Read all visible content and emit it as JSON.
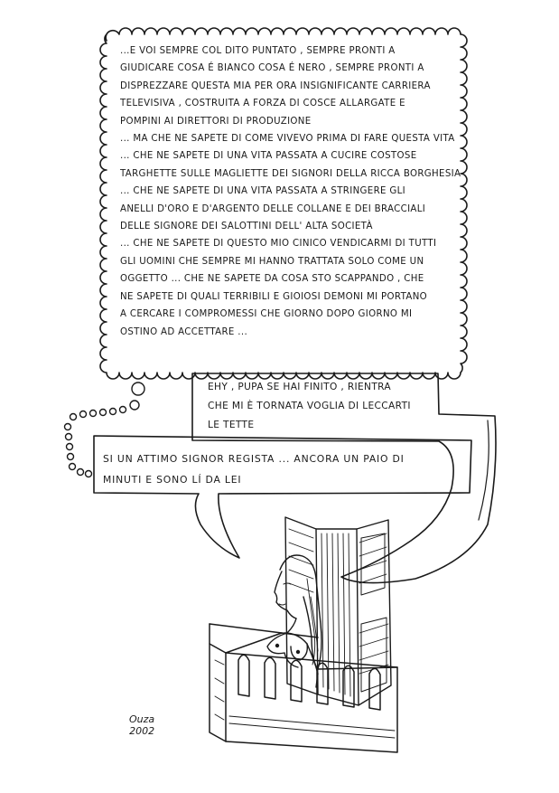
{
  "thought_bubble": {
    "lines": [
      "...E VOI SEMPRE COL DITO PUNTATO , SEMPRE PRONTI A",
      "GIUDICARE COSA É BIANCO COSA É NERO , SEMPRE PRONTI A",
      "DISPREZZARE QUESTA MIA PER ORA INSIGNIFICANTE CARRIERA",
      "TELEVISIVA , COSTRUITA A FORZA DI COSCE ALLARGATE E",
      "POMPINI AI DIRETTORI DI PRODUZIONE",
      "... MA CHE NE SAPETE DI COME VIVEVO PRIMA DI FARE QUESTA VITA",
      "... CHE NE SAPETE DI UNA VITA PASSATA A CUCIRE COSTOSE",
      "TARGHETTE SULLE MAGLIETTE DEI SIGNORI DELLA RICCA BORGHESIA",
      "... CHE NE SAPETE DI UNA VITA PASSATA A STRINGERE GLI",
      "ANELLI D'ORO E D'ARGENTO DELLE COLLANE E DEI BRACCIALI",
      "DELLE SIGNORE DEI SALOTTINI DELL' ALTA SOCIETÀ",
      "... CHE NE SAPETE DI QUESTO MIO CINICO VENDICARMI DI TUTTI",
      "GLI UOMINI CHE SEMPRE MI HANNO TRATTATA SOLO COME UN",
      "OGGETTO ... CHE NE SAPETE DA COSA STO SCAPPANDO , CHE",
      "NE SAPETE DI QUALI TERRIBILI E GIOIOSI DEMONI MI PORTANO",
      "A CERCARE I COMPROMESSI CHE GIORNO DOPO GIORNO MI",
      "OSTINO AD ACCETTARE ..."
    ]
  },
  "speech_bubble_director": {
    "lines": [
      "EHY , PUPA SE HAI FINITO , RIENTRA",
      "CHE MI È TORNATA VOGLIA DI LECCARTI",
      "LE TETTE"
    ]
  },
  "speech_bubble_woman": {
    "lines": [
      "SI UN ATTIMO SIGNOR REGISTA ... ANCORA UN PAIO DI",
      "MINUTI E SONO LÍ DA LEI"
    ]
  },
  "signature": {
    "name": "Ouza",
    "year": "2002"
  },
  "ink_color": "#1a1a1a",
  "paper_color": "#ffffff"
}
